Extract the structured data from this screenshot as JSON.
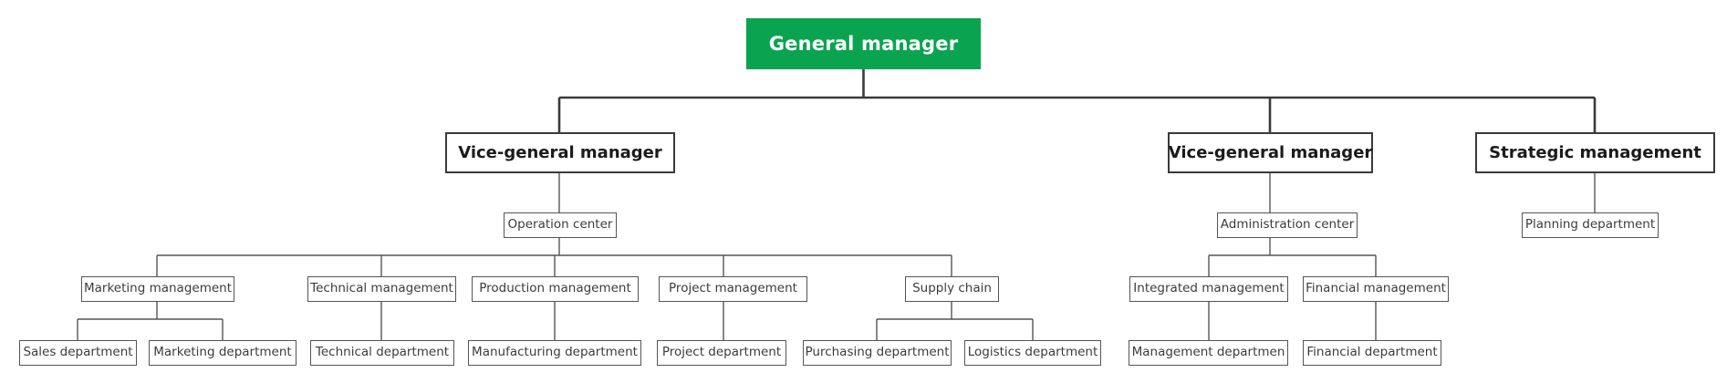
{
  "chart_data": {
    "type": "diagram",
    "diagram_type": "organizational-chart",
    "title": "",
    "orientation": "top-down",
    "levels": 5,
    "colors": {
      "root_fill": "#0aa450",
      "root_text": "#ffffff",
      "level1_border": "#3a3a3a",
      "level1_text": "#1b1b1b",
      "node_border": "#555555",
      "node_text": "#3c3c3c",
      "node_fill": "#ffffff",
      "connector": "#3a3a3a",
      "background": "#ffffff"
    },
    "edges": [
      [
        "general-manager",
        "vice-general-manager-1"
      ],
      [
        "general-manager",
        "vice-general-manager-2"
      ],
      [
        "general-manager",
        "strategic-management"
      ],
      [
        "vice-general-manager-1",
        "operation-center"
      ],
      [
        "vice-general-manager-2",
        "administration-center"
      ],
      [
        "strategic-management",
        "planning-department"
      ],
      [
        "operation-center",
        "marketing-management"
      ],
      [
        "operation-center",
        "technical-management"
      ],
      [
        "operation-center",
        "production-management"
      ],
      [
        "operation-center",
        "project-management"
      ],
      [
        "operation-center",
        "supply-chain"
      ],
      [
        "administration-center",
        "integrated-management"
      ],
      [
        "administration-center",
        "financial-management"
      ],
      [
        "marketing-management",
        "sales-department"
      ],
      [
        "marketing-management",
        "marketing-department"
      ],
      [
        "technical-management",
        "technical-department"
      ],
      [
        "production-management",
        "manufacturing-department"
      ],
      [
        "project-management",
        "project-department"
      ],
      [
        "supply-chain",
        "purchasing-department"
      ],
      [
        "supply-chain",
        "logistics-department"
      ],
      [
        "integrated-management",
        "management-departmen"
      ],
      [
        "financial-management",
        "financial-department"
      ]
    ]
  },
  "nodes": {
    "root": {
      "id": "general-manager",
      "label": "General manager",
      "level": 0
    },
    "level1": [
      {
        "id": "vice-general-manager-1",
        "label": "Vice-general manager"
      },
      {
        "id": "vice-general-manager-2",
        "label": "Vice-general manager"
      },
      {
        "id": "strategic-management",
        "label": "Strategic management"
      }
    ],
    "level2": [
      {
        "id": "operation-center",
        "label": "Operation center"
      },
      {
        "id": "administration-center",
        "label": "Administration center"
      },
      {
        "id": "planning-department",
        "label": "Planning department"
      }
    ],
    "level3": [
      {
        "id": "marketing-management",
        "label": "Marketing management"
      },
      {
        "id": "technical-management",
        "label": "Technical management"
      },
      {
        "id": "production-management",
        "label": "Production management"
      },
      {
        "id": "project-management",
        "label": "Project management"
      },
      {
        "id": "supply-chain",
        "label": "Supply chain"
      },
      {
        "id": "integrated-management",
        "label": "Integrated management"
      },
      {
        "id": "financial-management",
        "label": "Financial management"
      }
    ],
    "level4": [
      {
        "id": "sales-department",
        "label": "Sales department"
      },
      {
        "id": "marketing-department",
        "label": "Marketing department"
      },
      {
        "id": "technical-department",
        "label": "Technical department"
      },
      {
        "id": "manufacturing-department",
        "label": "Manufacturing department"
      },
      {
        "id": "project-department",
        "label": "Project department"
      },
      {
        "id": "purchasing-department",
        "label": "Purchasing department"
      },
      {
        "id": "logistics-department",
        "label": "Logistics department"
      },
      {
        "id": "management-departmen",
        "label": "Management departmen"
      },
      {
        "id": "financial-department",
        "label": "Financial department"
      }
    ]
  }
}
